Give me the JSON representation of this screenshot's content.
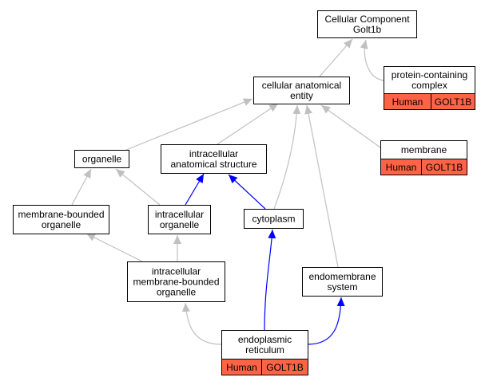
{
  "colors": {
    "edge_is_a": "#c0c0c0",
    "edge_part_of": "#0000ff",
    "badge_fill": "#ff6347",
    "node_stroke": "#000000"
  },
  "nodes": {
    "root": {
      "lines": [
        "Cellular Component",
        "Golt1b"
      ]
    },
    "cellular_anatomical_entity": {
      "lines": [
        "cellular anatomical",
        "entity"
      ]
    },
    "protein_containing_complex": {
      "lines": [
        "protein-containing",
        "complex"
      ],
      "badge": [
        "Human",
        "GOLT1B"
      ]
    },
    "organelle": {
      "lines": [
        "organelle"
      ]
    },
    "intracellular_anatomical_structure": {
      "lines": [
        "intracellular",
        "anatomical structure"
      ]
    },
    "membrane": {
      "lines": [
        "membrane"
      ],
      "badge": [
        "Human",
        "GOLT1B"
      ]
    },
    "membrane_bounded_organelle": {
      "lines": [
        "membrane-bounded",
        "organelle"
      ]
    },
    "intracellular_organelle": {
      "lines": [
        "intracellular",
        "organelle"
      ]
    },
    "cytoplasm": {
      "lines": [
        "cytoplasm"
      ]
    },
    "intracellular_membrane_bounded_organelle": {
      "lines": [
        "intracellular",
        "membrane-bounded",
        "organelle"
      ]
    },
    "endomembrane_system": {
      "lines": [
        "endomembrane",
        "system"
      ]
    },
    "endoplasmic_reticulum": {
      "lines": [
        "endoplasmic",
        "reticulum"
      ],
      "badge": [
        "Human",
        "GOLT1B"
      ]
    }
  },
  "edges": [
    {
      "from": "cellular_anatomical_entity",
      "to": "root",
      "type": "is_a"
    },
    {
      "from": "protein_containing_complex",
      "to": "root",
      "type": "is_a"
    },
    {
      "from": "organelle",
      "to": "cellular_anatomical_entity",
      "type": "is_a"
    },
    {
      "from": "intracellular_anatomical_structure",
      "to": "cellular_anatomical_entity",
      "type": "is_a"
    },
    {
      "from": "cytoplasm",
      "to": "cellular_anatomical_entity",
      "type": "is_a"
    },
    {
      "from": "endomembrane_system",
      "to": "cellular_anatomical_entity",
      "type": "is_a"
    },
    {
      "from": "membrane",
      "to": "cellular_anatomical_entity",
      "type": "is_a"
    },
    {
      "from": "membrane_bounded_organelle",
      "to": "organelle",
      "type": "is_a"
    },
    {
      "from": "intracellular_organelle",
      "to": "organelle",
      "type": "is_a"
    },
    {
      "from": "intracellular_organelle",
      "to": "intracellular_anatomical_structure",
      "type": "part_of"
    },
    {
      "from": "cytoplasm",
      "to": "intracellular_anatomical_structure",
      "type": "part_of"
    },
    {
      "from": "intracellular_membrane_bounded_organelle",
      "to": "membrane_bounded_organelle",
      "type": "is_a"
    },
    {
      "from": "intracellular_membrane_bounded_organelle",
      "to": "intracellular_organelle",
      "type": "is_a"
    },
    {
      "from": "endoplasmic_reticulum",
      "to": "intracellular_membrane_bounded_organelle",
      "type": "is_a"
    },
    {
      "from": "endoplasmic_reticulum",
      "to": "cytoplasm",
      "type": "part_of"
    },
    {
      "from": "endoplasmic_reticulum",
      "to": "endomembrane_system",
      "type": "part_of"
    }
  ]
}
